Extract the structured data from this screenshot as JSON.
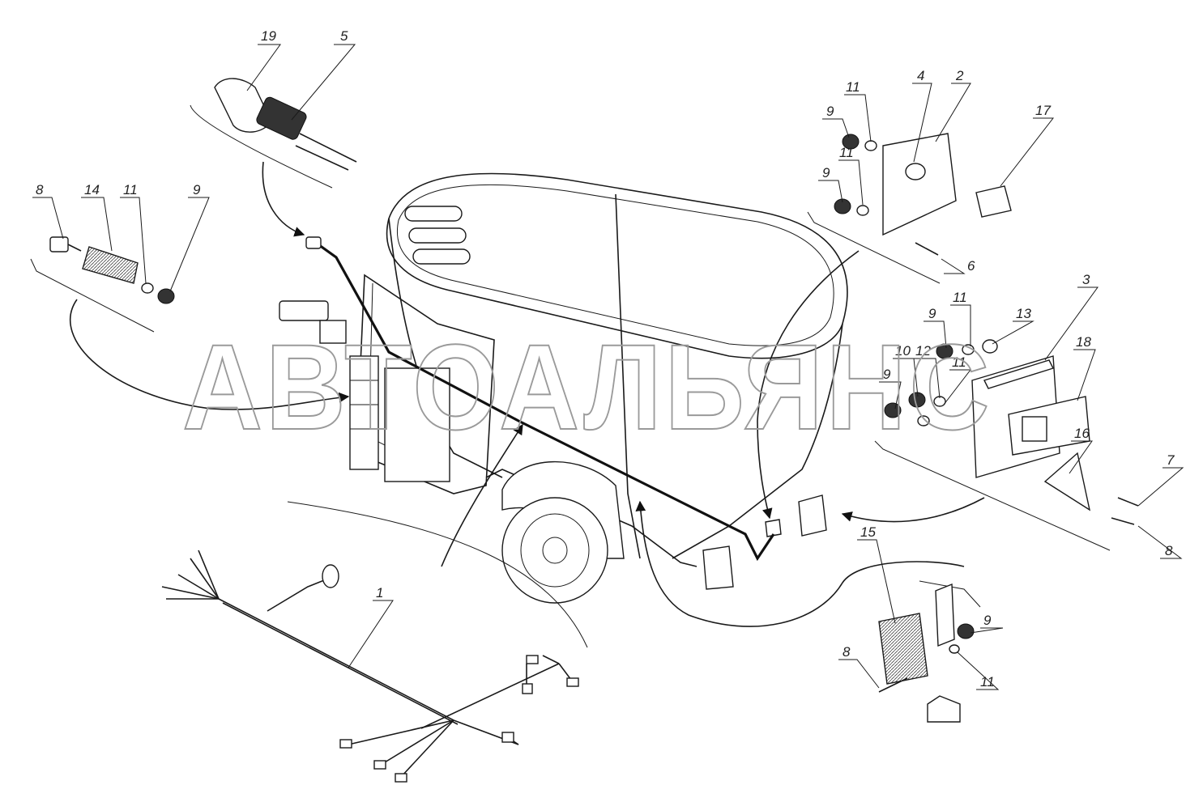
{
  "watermark": "АВТОАЛЬЯНС",
  "callouts": {
    "c19": "19",
    "c5": "5",
    "c8a": "8",
    "c14": "14",
    "c11a": "11",
    "c9a": "9",
    "c11b": "11",
    "c4": "4",
    "c2": "2",
    "c17": "17",
    "c9b": "9",
    "c11c": "11",
    "c9c": "9",
    "c6": "6",
    "c3": "3",
    "c11d": "11",
    "c9d": "9",
    "c13": "13",
    "c18": "18",
    "c10": "10",
    "c12": "12",
    "c9e": "9",
    "c11e": "11",
    "c16": "16",
    "c7": "7",
    "c8b": "8",
    "c1": "1",
    "c15": "15",
    "c9f": "9",
    "c8c": "8",
    "c11f": "11"
  }
}
